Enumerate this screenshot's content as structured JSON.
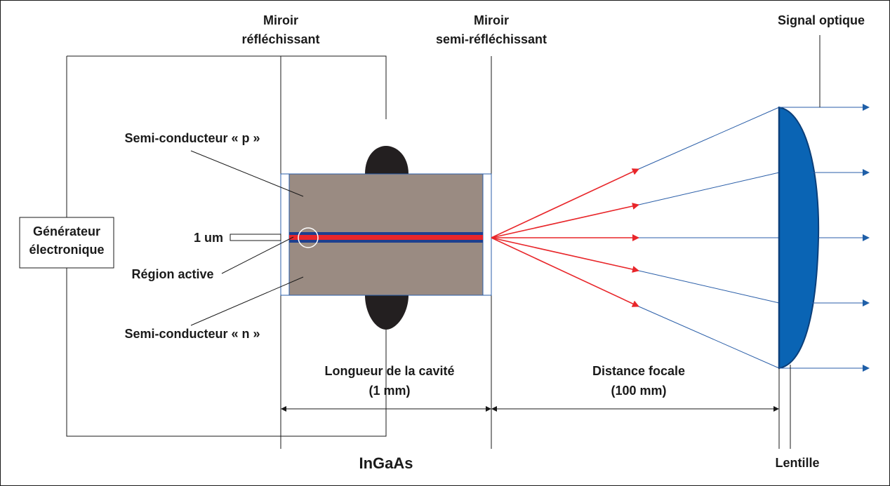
{
  "labels": {
    "mirror_reflective_l1": "Miroir",
    "mirror_reflective_l2": "réfléchissant",
    "mirror_semi_l1": "Miroir",
    "mirror_semi_l2": "semi-réfléchissant",
    "optical_signal": "Signal optique",
    "semiconductor_p": "Semi-conducteur « p »",
    "generator_l1": "Générateur",
    "generator_l2": "électronique",
    "one_um": "1 um",
    "active_region": "Région active",
    "semiconductor_n": "Semi-conducteur « n »",
    "cavity_length_l1": "Longueur de la cavité",
    "cavity_length_l2": "(1 mm)",
    "focal_distance_l1": "Distance focale",
    "focal_distance_l2": "(100 mm)",
    "material": "InGaAs",
    "lens": "Lentille"
  },
  "colors": {
    "semiconductor": "#9a8b82",
    "active_red": "#e8262a",
    "active_blue": "#1d3f8f",
    "beam_red": "#e8262a",
    "beam_blue": "#2a5ea8",
    "lens_fill": "#0a64b4",
    "electrode": "#231f20",
    "line": "#1a1a1a"
  }
}
